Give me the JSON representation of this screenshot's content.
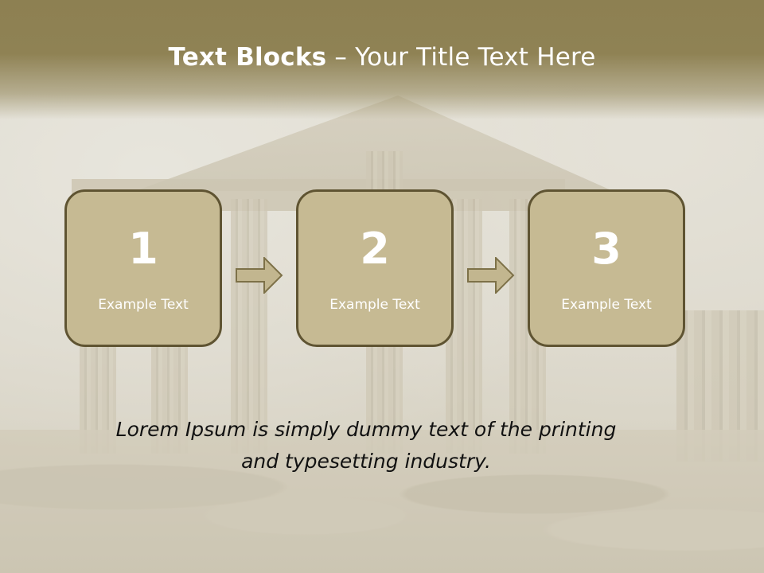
{
  "title": {
    "bold": "Text Blocks",
    "dash": " – ",
    "rest": "Your Title Text Here"
  },
  "steps": [
    {
      "number": "1",
      "label": "Example Text"
    },
    {
      "number": "2",
      "label": "Example Text"
    },
    {
      "number": "3",
      "label": "Example Text"
    }
  ],
  "body": {
    "line1": "Lorem Ipsum is simply dummy text of the printing",
    "line2": "and typesetting industry."
  },
  "colors": {
    "title_band": "#8d8052",
    "box_fill": "#c6ba93",
    "box_border": "#5f5432",
    "arrow_fill": "#c2b68f"
  },
  "background_image": "temple-ruins"
}
